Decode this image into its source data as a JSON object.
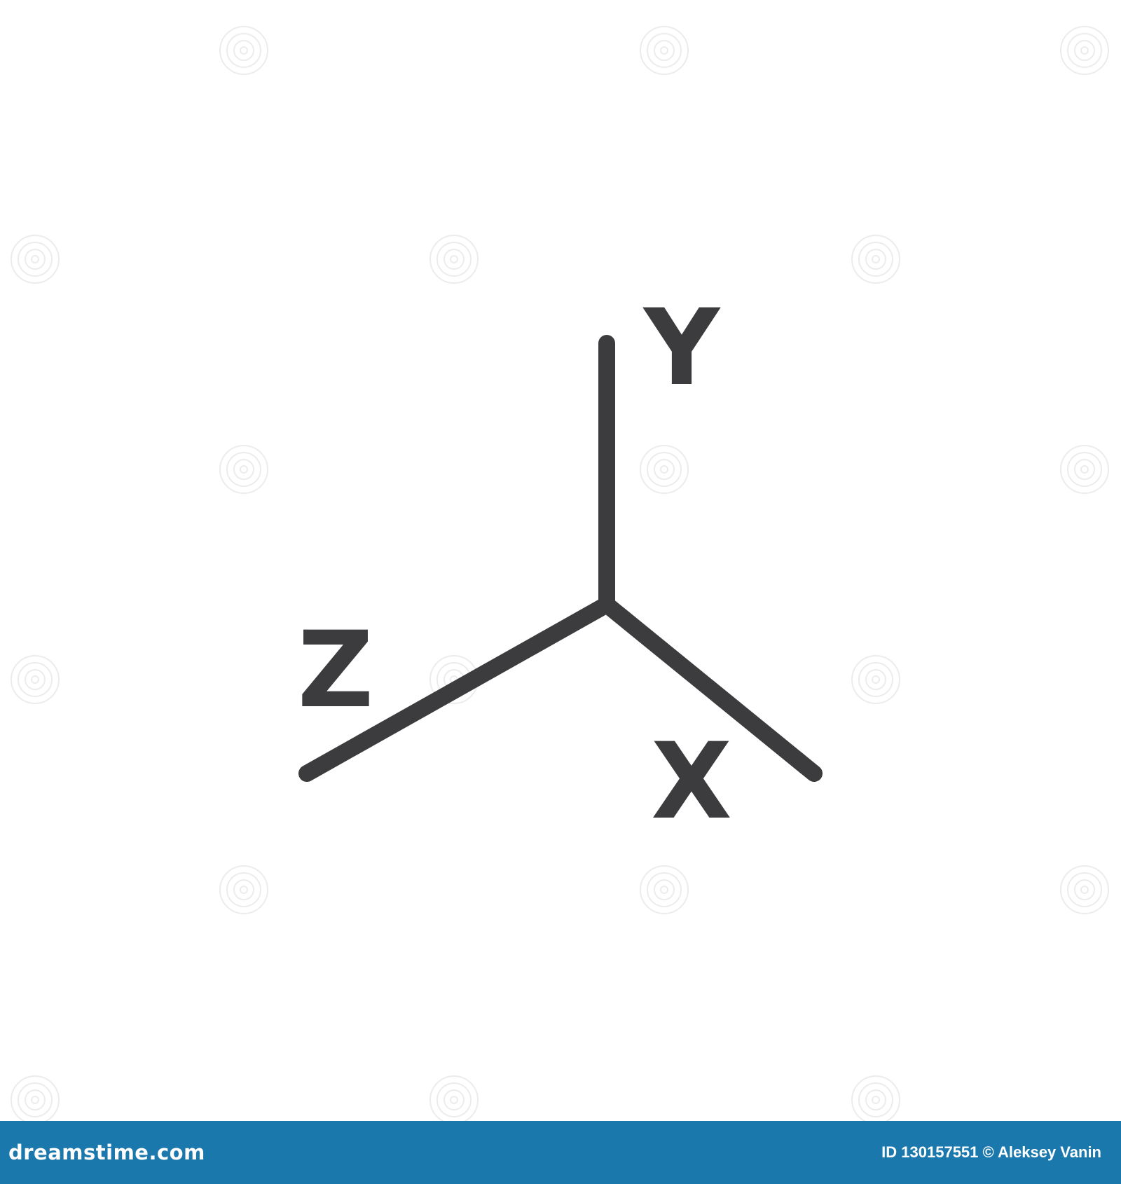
{
  "diagram": {
    "axes": [
      {
        "label": "Y",
        "direction": "up"
      },
      {
        "label": "X",
        "direction": "down-right"
      },
      {
        "label": "Z",
        "direction": "down-left"
      }
    ],
    "line_color": "#3c3c3e",
    "background_color": "#ffffff"
  },
  "watermark": {
    "icon": "spiral-watermark-icon",
    "color": "#ececec"
  },
  "footer": {
    "brand": "dreamstime.com",
    "credit": "ID 130157551 © Aleksey Vanin",
    "background_color": "#1a78ad"
  }
}
